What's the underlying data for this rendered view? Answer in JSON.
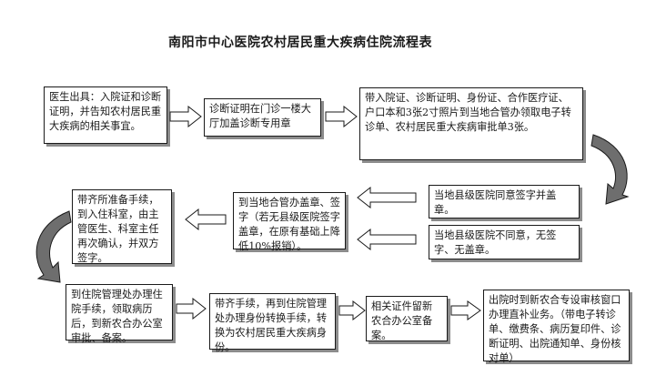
{
  "title": "南阳市中心医院农村居民重大疾病住院流程表",
  "steps": {
    "s1": "医生出具：入院证和诊断证明，并告知农村居民重大疾病的相关事宜。",
    "s2": "诊断证明在门诊一楼大厅加盖诊断专用章",
    "s3": "带入院证、诊断证明、身份证、合作医疗证、户口本和3张2寸照片到当地合管办领取电子转诊单、农村居民重大疾病审批单3张。",
    "s4": "当地县级医院同意签字并盖章。",
    "s5": "当地县级医院不同意，无签字、无盖章。",
    "s6": "到当地合管办盖章、签字（若无县级医院签字盖章，在原有基础上降低10%报销）。",
    "s7": "带齐所准备手续，到入住科室，由主管医生、科室主任再次确认，并双方签字。",
    "s8": "到住院管理处办理住院手续，领取病历后，到新农合办公室审批、备案。",
    "s9": "带齐手续，再到住院管理处办理身份转换手续，转换为农村居民重大疾病身份。",
    "s10": "相关证件留新农合办公室备案。",
    "s11": "出院时到新农合专设审核窗口办理直补业务。（带电子转诊单、缴费条、病历复印件、诊断证明、出院通知单、身份核对单）"
  }
}
